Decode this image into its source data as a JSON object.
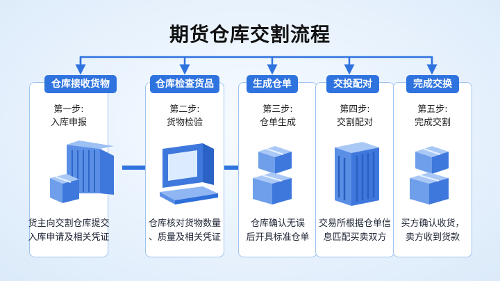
{
  "title": "期货仓库交割流程",
  "colors": {
    "accent": "#2f73df",
    "card_border": "#9ec3ee",
    "icon_light": "#8fb6f2",
    "icon_dark": "#2e6fd8"
  },
  "steps": [
    {
      "pill": "仓库接收货物",
      "step": "第一步:",
      "name": "入库申报",
      "desc1": "货主向交割仓库提交",
      "desc2": "入库申请及相关凭证",
      "icon": "warehouse-boxes-icon"
    },
    {
      "pill": "仓库检查货品",
      "step": "第二步:",
      "name": "货物检验",
      "desc1": "仓库核对货物数量",
      "desc2": "、质量及相关凭证",
      "icon": "computer-terminal-icon"
    },
    {
      "pill": "生成仓单",
      "step": "第三步:",
      "name": "仓单生成",
      "desc1": "仓库确认无误",
      "desc2": "后开具标准仓单",
      "icon": "stacked-boxes-icon"
    },
    {
      "pill": "交投配对",
      "step": "第四步:",
      "name": "交割配对",
      "desc1": "交易所根据仓单信",
      "desc2": "息匹配买卖双方",
      "icon": "server-rack-icon"
    },
    {
      "pill": "完成交换",
      "step": "第五步:",
      "name": "完成交割",
      "desc1": "买方确认收货，",
      "desc2": "卖方收到货款",
      "icon": "stacked-boxes-icon"
    }
  ]
}
